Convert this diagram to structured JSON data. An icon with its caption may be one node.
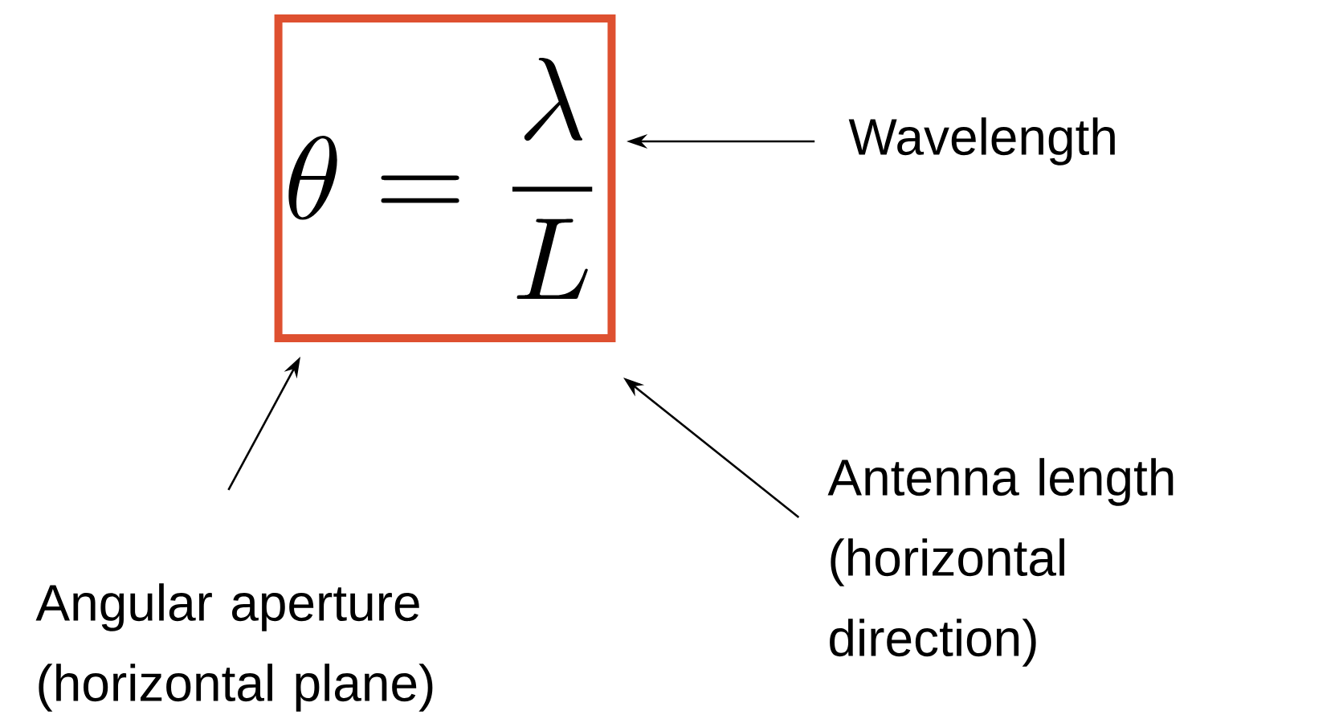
{
  "diagram": {
    "nodes": [
      {
        "text": [
          "\\theta = \\frac{\\lambda}{L}"
        ]
      },
      {
        "text": [
          "Wavelength"
        ]
      },
      {
        "text": [
          "Angular aperture (horizontal plane)"
        ]
      },
      {
        "text": [
          "Antenna length (horizontal direction)"
        ]
      }
    ],
    "edges": [
      {
        "from": 1,
        "to": 0,
        "arrow": "to"
      },
      {
        "from": 2,
        "to": 0,
        "arrow": "to"
      },
      {
        "from": 3,
        "to": 0,
        "arrow": "to"
      }
    ]
  }
}
